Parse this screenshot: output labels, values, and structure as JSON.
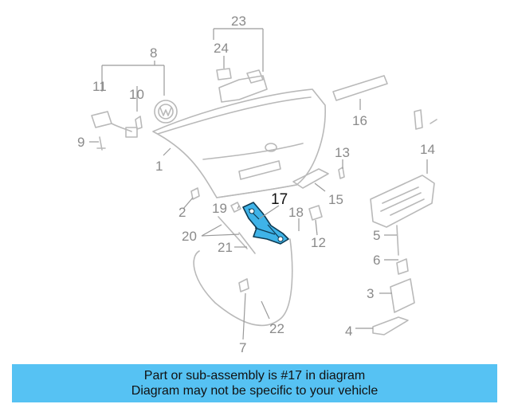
{
  "highlighted_part": "17",
  "callouts": {
    "c1": "1",
    "c2": "2",
    "c3": "3",
    "c4": "4",
    "c5": "5",
    "c6": "6",
    "c7": "7",
    "c8": "8",
    "c9": "9",
    "c10": "10",
    "c11": "11",
    "c12": "12",
    "c13": "13",
    "c14": "14",
    "c15": "15",
    "c16": "16",
    "c17": "17",
    "c18": "18",
    "c19": "19",
    "c20": "20",
    "c21": "21",
    "c22": "22",
    "c23": "23",
    "c24": "24"
  },
  "colors": {
    "highlight": "#3fb3e8",
    "caption_bg": "#56c2f3",
    "line_art": "#b9b9b9"
  },
  "caption": {
    "line1": "Part or sub-assembly is #17 in diagram",
    "line2": "Diagram may not be specific to your vehicle"
  }
}
